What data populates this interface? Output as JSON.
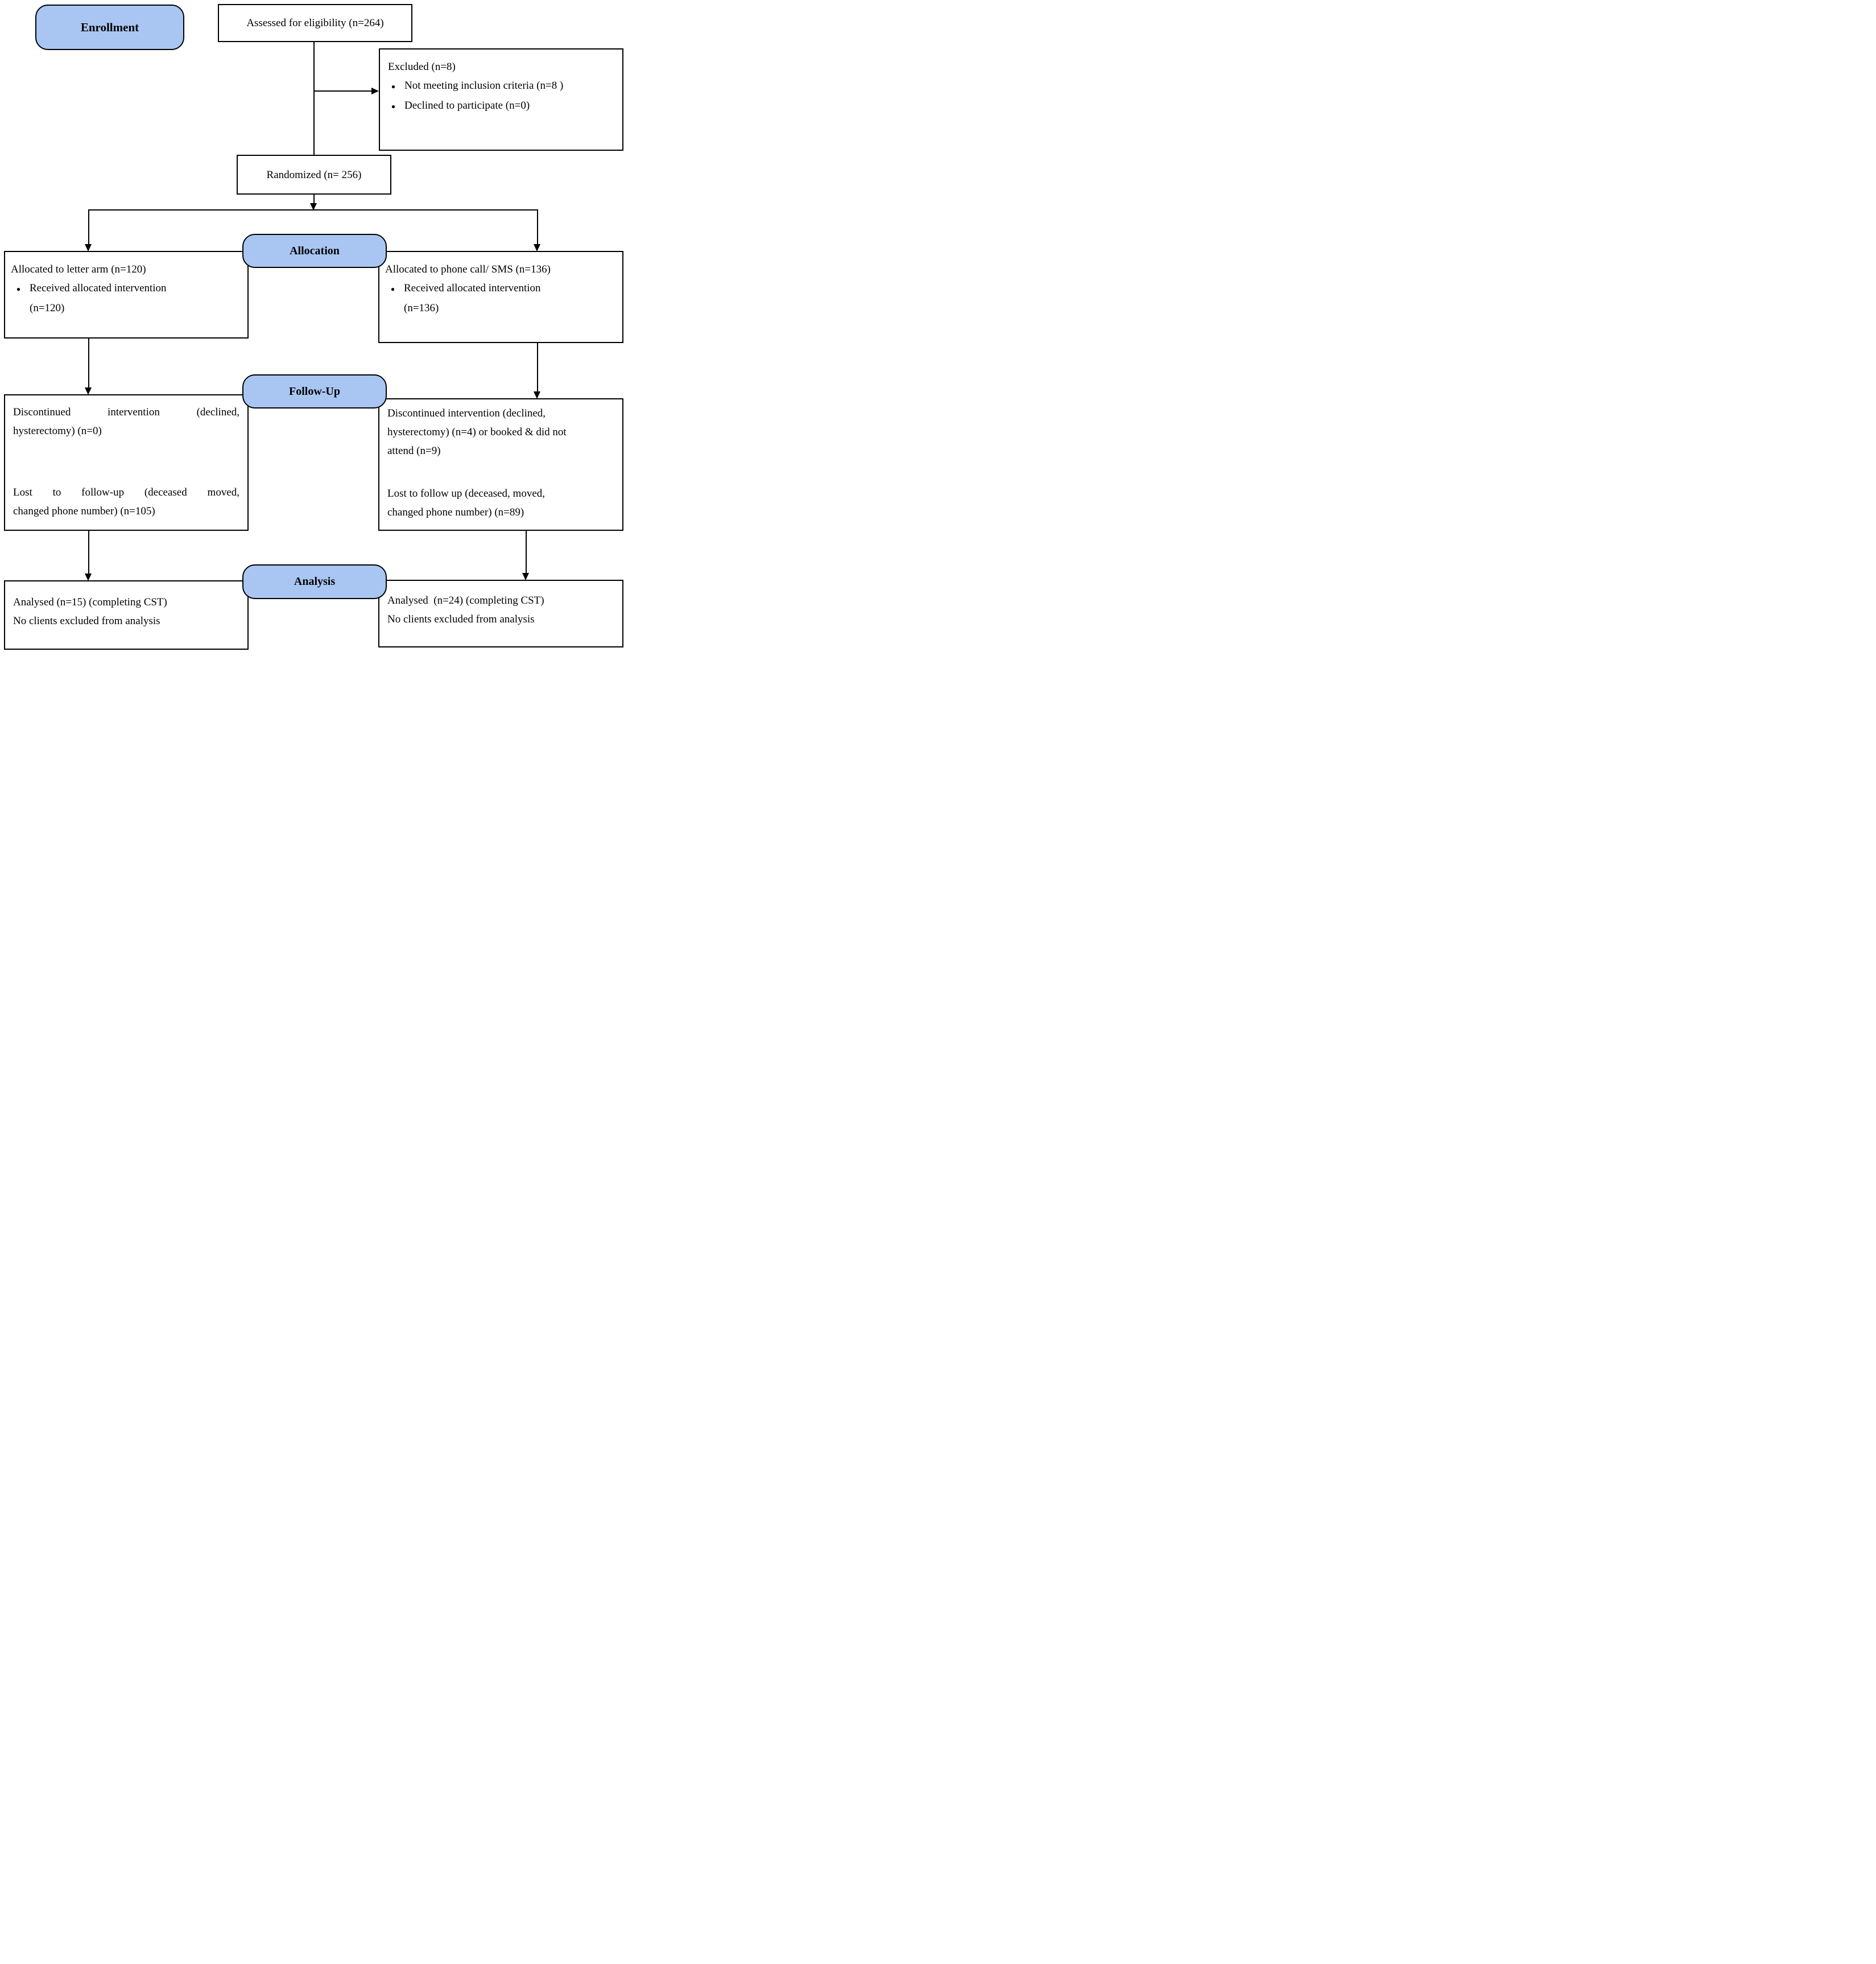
{
  "stages": {
    "enrollment_label": "Enrollment",
    "allocation_label": "Allocation",
    "followup_label": "Follow-Up",
    "analysis_label": "Analysis"
  },
  "assessed": {
    "text": "Assessed for eligibility (n=264)"
  },
  "excluded": {
    "title": "Excluded (n=8)",
    "bullets": [
      "Not meeting inclusion criteria (n=8 )",
      "Declined to participate (n=0)"
    ]
  },
  "randomized": {
    "text": "Randomized (n= 256)"
  },
  "allocation_left": {
    "title": "Allocated to letter arm (n=120)",
    "bullet_line1": "Received allocated intervention",
    "bullet_line2": "(n=120)"
  },
  "allocation_right": {
    "title": "Allocated to phone call/ SMS (n=136)",
    "bullet_line1": "Received allocated intervention",
    "bullet_line2": "(n=136)"
  },
  "followup_left": {
    "para1_line1": "Discontinued intervention (declined,",
    "para1_line2": "hysterectomy) (n=0)",
    "para2_line1": "Lost to follow-up (deceased moved,",
    "para2_line2": "changed phone number) (n=105)"
  },
  "followup_right": {
    "para1_line1": "Discontinued intervention (declined,",
    "para1_line2": "hysterectomy) (n=4) or booked & did not",
    "para1_line3": "attend (n=9)",
    "para2_line1": "Lost to follow up (deceased, moved,",
    "para2_line2": "changed phone number) (n=89)"
  },
  "analysis_left": {
    "line1": "Analysed (n=15) (completing CST)",
    "line2": "No clients excluded from analysis"
  },
  "analysis_right": {
    "line1": "Analysed  (n=24) (completing CST)",
    "line2": "No clients excluded from analysis"
  },
  "colors": {
    "stage_fill": "#a9c6f3",
    "box_border": "#000000",
    "background": "#ffffff"
  }
}
